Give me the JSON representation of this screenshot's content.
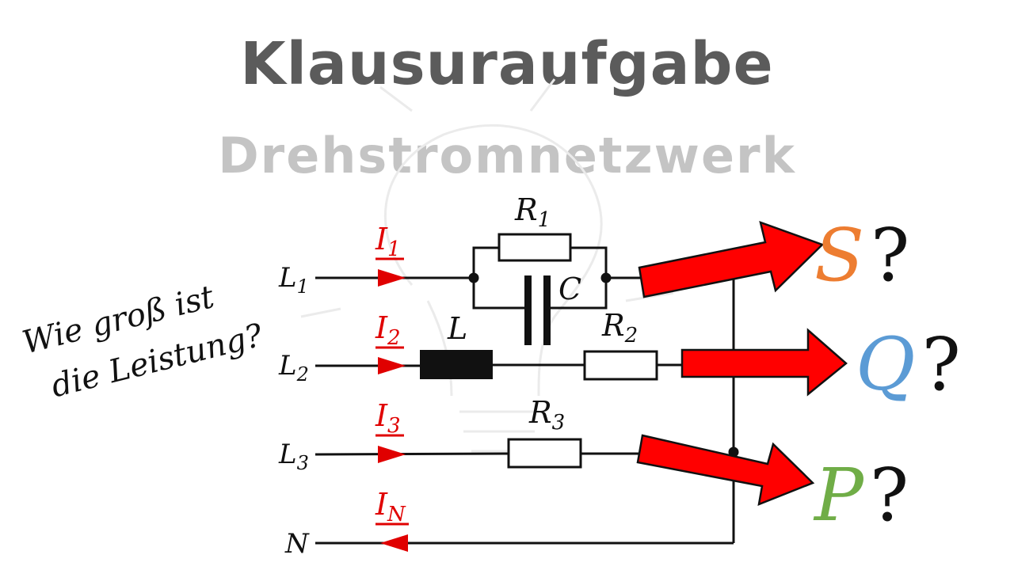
{
  "header": {
    "title": "Klausuraufgabe",
    "subtitle": "Drehstromnetzwerk"
  },
  "question": {
    "line1": "Wie groß ist",
    "line2": "die Leistung?"
  },
  "lines": {
    "l1": {
      "name": "L",
      "sub": "1"
    },
    "l2": {
      "name": "L",
      "sub": "2"
    },
    "l3": {
      "name": "L",
      "sub": "3"
    },
    "n": {
      "name": "N"
    }
  },
  "currents": {
    "i1": {
      "name": "I",
      "sub": "1"
    },
    "i2": {
      "name": "I",
      "sub": "2"
    },
    "i3": {
      "name": "I",
      "sub": "3"
    },
    "in": {
      "name": "I",
      "sub": "N"
    }
  },
  "components": {
    "r1": {
      "name": "R",
      "sub": "1"
    },
    "c": {
      "name": "C"
    },
    "l": {
      "name": "L"
    },
    "r2": {
      "name": "R",
      "sub": "2"
    },
    "r3": {
      "name": "R",
      "sub": "3"
    }
  },
  "results": {
    "s": {
      "symbol": "S",
      "mark": "?",
      "color": "#ed7d31"
    },
    "q": {
      "symbol": "Q",
      "mark": "?",
      "color": "#5b9bd5"
    },
    "p": {
      "symbol": "P",
      "mark": "?",
      "color": "#70ad47"
    }
  },
  "colors": {
    "current": "#e00000",
    "arrow_fill": "#ff0000"
  }
}
